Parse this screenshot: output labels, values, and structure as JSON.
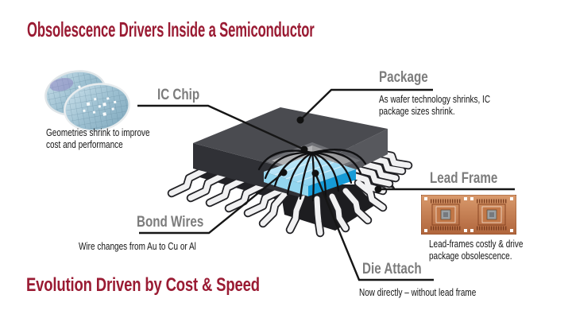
{
  "title": "Obsolescence Drivers Inside a Semiconductor",
  "footer": "Evolution Driven by Cost & Speed",
  "callouts": {
    "ic_chip": {
      "label": "IC Chip",
      "description": "Geometries shrink to improve cost and performance"
    },
    "package": {
      "label": "Package",
      "description": "As wafer technology shrinks, IC package sizes shrink."
    },
    "bond_wires": {
      "label": "Bond Wires",
      "description": "Wire changes from Au to Cu or Al"
    },
    "die_attach": {
      "label": "Die Attach",
      "description": "Now directly – without lead frame"
    },
    "lead_frame": {
      "label": "Lead Frame",
      "description": "Lead-frames costly & drive package obsolescence."
    }
  },
  "images": {
    "wafers": "silicon-wafers-image",
    "chip": "semiconductor-package-cutaway-illustration",
    "lead_frame_photo": "copper-lead-frame-image"
  },
  "colors": {
    "accent": "#9A1B33",
    "label_gray": "#7C7C7C",
    "die_blue": "#29A8E0",
    "copper": "#C1703F",
    "line": "#161616"
  }
}
